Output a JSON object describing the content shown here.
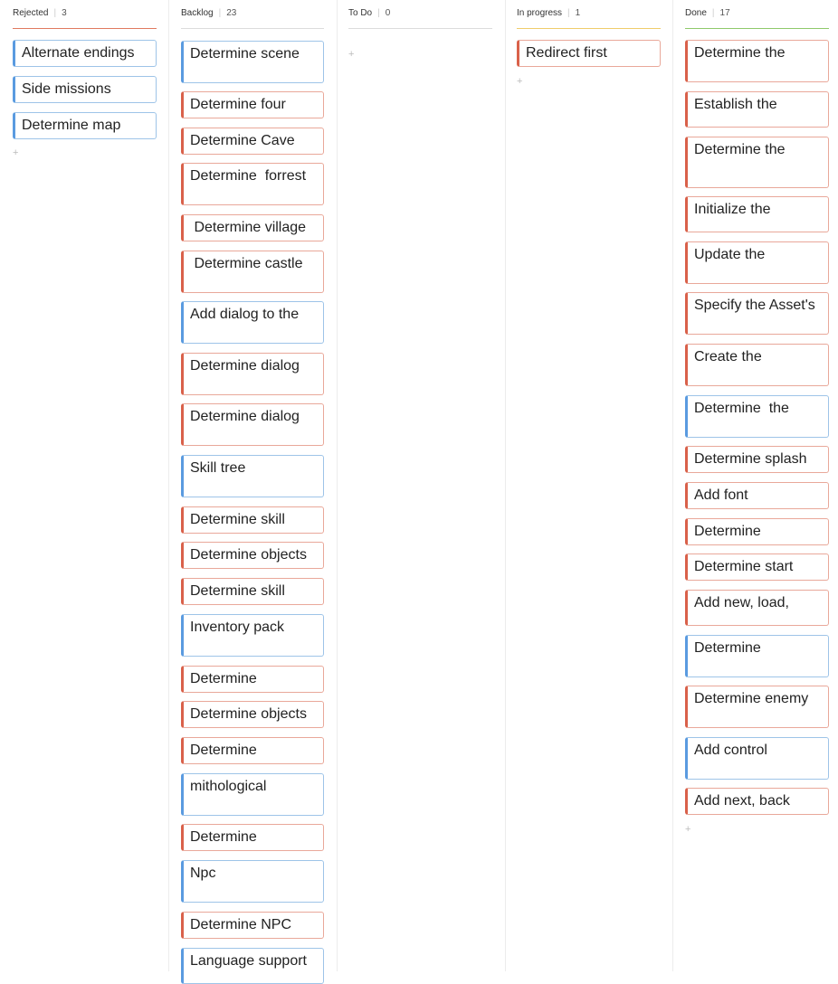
{
  "colors": {
    "rejected": "#e07a5f",
    "backlog": "#dcdcdc",
    "todo": "#dcdcdc",
    "in_progress": "#f0cc6a",
    "done": "#8fc96a",
    "card_red": "#d9614a",
    "card_blue": "#5a9be0"
  },
  "columns": [
    {
      "title": "Rejected",
      "count": "3",
      "add_icon": "+",
      "cards": [
        {
          "text": "Alternate endings",
          "color": "blue"
        },
        {
          "text": "Side missions",
          "color": "blue"
        },
        {
          "text": "Determine map",
          "color": "blue"
        }
      ]
    },
    {
      "title": "Backlog",
      "count": "23",
      "add_icon": "+",
      "cards": [
        {
          "text": "Determine scene",
          "color": "blue"
        },
        {
          "text": "Determine four",
          "color": "red"
        },
        {
          "text": "Determine Cave",
          "color": "red"
        },
        {
          "text": "Determine  forrest",
          "color": "red"
        },
        {
          "text": " Determine village",
          "color": "red"
        },
        {
          "text": " Determine castle",
          "color": "red"
        },
        {
          "text": "Add dialog to the",
          "color": "blue"
        },
        {
          "text": "Determine dialog",
          "color": "red"
        },
        {
          "text": "Determine dialog",
          "color": "red"
        },
        {
          "text": "Skill tree",
          "color": "blue"
        },
        {
          "text": "Determine skill",
          "color": "red"
        },
        {
          "text": "Determine objects",
          "color": "red"
        },
        {
          "text": "Determine skill",
          "color": "red"
        },
        {
          "text": "Inventory pack",
          "color": "blue"
        },
        {
          "text": "Determine",
          "color": "red"
        },
        {
          "text": "Determine objects",
          "color": "red"
        },
        {
          "text": "Determine",
          "color": "red"
        },
        {
          "text": "mithological",
          "color": "blue"
        },
        {
          "text": "Determine",
          "color": "red"
        },
        {
          "text": "Npc",
          "color": "blue"
        },
        {
          "text": "Determine NPC",
          "color": "red"
        },
        {
          "text": "Language support",
          "color": "blue"
        }
      ]
    },
    {
      "title": "To Do",
      "count": "0",
      "add_icon": "+",
      "cards": []
    },
    {
      "title": "In progress",
      "count": "1",
      "add_icon": "+",
      "cards": [
        {
          "text": "Redirect first",
          "color": "red"
        }
      ]
    },
    {
      "title": "Done",
      "count": "17",
      "add_icon": "+",
      "cards": [
        {
          "text": "Determine the",
          "color": "red"
        },
        {
          "text": "Establish the",
          "color": "red"
        },
        {
          "text": "Determine the",
          "color": "red"
        },
        {
          "text": "Initialize the",
          "color": "red"
        },
        {
          "text": "Update the",
          "color": "red"
        },
        {
          "text": "Specify the Asset's",
          "color": "red"
        },
        {
          "text": "Create the",
          "color": "red"
        },
        {
          "text": "Determine  the",
          "color": "blue"
        },
        {
          "text": "Determine splash",
          "color": "red"
        },
        {
          "text": "Add font",
          "color": "red"
        },
        {
          "text": "Determine",
          "color": "red"
        },
        {
          "text": "Determine start",
          "color": "red"
        },
        {
          "text": "Add new, load,",
          "color": "red"
        },
        {
          "text": "Determine",
          "color": "blue"
        },
        {
          "text": "Determine enemy",
          "color": "red"
        },
        {
          "text": "Add control",
          "color": "blue"
        },
        {
          "text": "Add next, back",
          "color": "red"
        }
      ]
    }
  ]
}
